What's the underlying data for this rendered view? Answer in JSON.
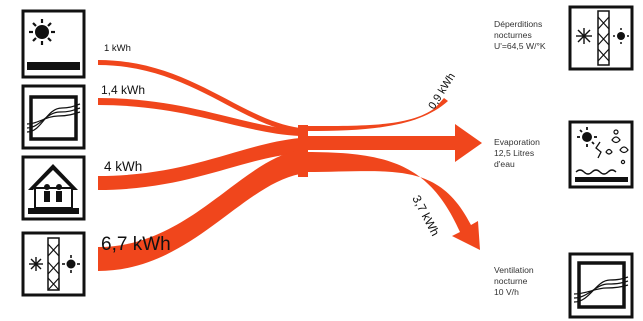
{
  "inputs": [
    {
      "label": "1 kWh",
      "icon": "sun-glazing-icon"
    },
    {
      "label": "1,4 kWh",
      "icon": "window-airflow-icon"
    },
    {
      "label": "4 kWh",
      "icon": "house-occupants-icon"
    },
    {
      "label": "6,7 kWh",
      "icon": "wall-snow-sun-icon"
    }
  ],
  "outputs": [
    {
      "value": "0,9 kWh",
      "caption": [
        "Déperditions",
        "nocturnes",
        "U'=64,5 W/°K"
      ],
      "icon": "wall-snowflake-icon"
    },
    {
      "value": "",
      "caption": [
        "Evaporation",
        "12,5 Litres",
        "d'eau"
      ],
      "icon": "sun-evaporation-icon"
    },
    {
      "value": "3,7 kWh",
      "caption": [
        "Ventilation",
        "nocturne",
        "10 V/h"
      ],
      "icon": "window-ventilation-icon"
    }
  ],
  "colors": {
    "flow": "#f0461c",
    "ink": "#111111"
  }
}
